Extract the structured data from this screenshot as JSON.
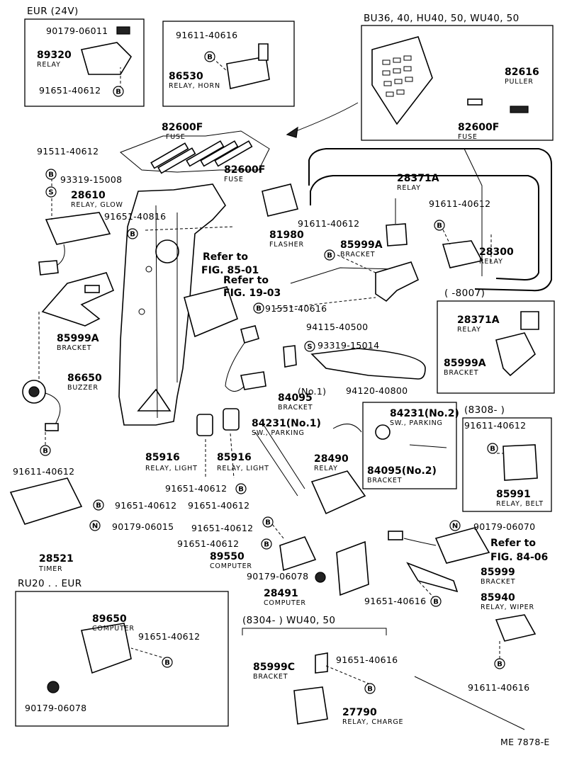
{
  "headers": {
    "eur24v": "EUR (24V)",
    "bu36": "BU36, 40, HU40, 50, WU40, 50",
    "range8007": "(     -8007)",
    "range8308": "(8308-          )",
    "ru20": "RU20 . . EUR",
    "range8304": "(8304-          ) WU40, 50"
  },
  "refs": {
    "fig85a": "Refer to",
    "fig85b": "FIG. 85-01",
    "fig19a": "Refer to",
    "fig19b": "FIG. 19-03",
    "fig84a": "Refer to",
    "fig84b": "FIG. 84-06"
  },
  "parts": [
    {
      "id": "p1",
      "num": "90179-06011"
    },
    {
      "id": "p2",
      "num": "89320",
      "name": "RELAY"
    },
    {
      "id": "p3",
      "num": "91651-40612"
    },
    {
      "id": "p4",
      "num": "91611-40616"
    },
    {
      "id": "p5",
      "num": "86530",
      "name": "RELAY, HORN"
    },
    {
      "id": "p6",
      "num": "82616",
      "name": "PULLER"
    },
    {
      "id": "p7",
      "num": "82600F",
      "name": "FUSE"
    },
    {
      "id": "p8",
      "num": "82600F",
      "name": "FUSE"
    },
    {
      "id": "p9",
      "num": "82600F",
      "name": "FUSE"
    },
    {
      "id": "p10",
      "num": "91511-40612"
    },
    {
      "id": "p11",
      "num": "93319-15008"
    },
    {
      "id": "p12",
      "num": "28610",
      "name": "RELAY, GLOW"
    },
    {
      "id": "p13",
      "num": "91651-40816"
    },
    {
      "id": "p14",
      "num": "28371A",
      "name": "RELAY"
    },
    {
      "id": "p15",
      "num": "91611-40612"
    },
    {
      "id": "p16",
      "num": "81980",
      "name": "FLASHER"
    },
    {
      "id": "p17",
      "num": "91611-40612"
    },
    {
      "id": "p18",
      "num": "85999A",
      "name": "BRACKET"
    },
    {
      "id": "p19",
      "num": "28300",
      "name": "RELAY"
    },
    {
      "id": "p20",
      "num": "91551-40616"
    },
    {
      "id": "p21",
      "num": "94115-40500"
    },
    {
      "id": "p22",
      "num": "93319-15014"
    },
    {
      "id": "p23",
      "num": "85999A",
      "name": "BRACKET"
    },
    {
      "id": "p24",
      "num": "28371A",
      "name": "RELAY"
    },
    {
      "id": "p25",
      "num": "85999A",
      "name": "BRACKET"
    },
    {
      "id": "p26",
      "num": "86650",
      "name": "BUZZER"
    },
    {
      "id": "p27",
      "num": "84095",
      "name": "BRACKET"
    },
    {
      "id": "p28",
      "num": "(No.1)"
    },
    {
      "id": "p29",
      "num": "94120-40800"
    },
    {
      "id": "p30",
      "num": "84231(No.1)",
      "name": "SW., PARKING"
    },
    {
      "id": "p31",
      "num": "84231(No.2)",
      "name": "SW., PARKING"
    },
    {
      "id": "p32",
      "num": "84095(No.2)",
      "name": "BRACKET"
    },
    {
      "id": "p33",
      "num": "91611-40612"
    },
    {
      "id": "p34",
      "num": "85991",
      "name": "RELAY, BELT"
    },
    {
      "id": "p35",
      "num": "85916",
      "name": "RELAY, LIGHT"
    },
    {
      "id": "p36",
      "num": "85916",
      "name": "RELAY, LIGHT"
    },
    {
      "id": "p37",
      "num": "91611-40612"
    },
    {
      "id": "p38",
      "num": "28490",
      "name": "RELAY"
    },
    {
      "id": "p39",
      "num": "91651-40612"
    },
    {
      "id": "p40",
      "num": "91651-40612"
    },
    {
      "id": "p41",
      "num": "91651-40612"
    },
    {
      "id": "p42",
      "num": "90179-06015"
    },
    {
      "id": "p43",
      "num": "91651-40612"
    },
    {
      "id": "p44",
      "num": "91651-40612"
    },
    {
      "id": "p45",
      "num": "89550",
      "name": "COMPUTER"
    },
    {
      "id": "p46",
      "num": "90179-06078"
    },
    {
      "id": "p47",
      "num": "28521",
      "name": "TIMER"
    },
    {
      "id": "p48",
      "num": "28491",
      "name": "COMPUTER"
    },
    {
      "id": "p49",
      "num": "90179-06070"
    },
    {
      "id": "p50",
      "num": "85999",
      "name": "BRACKET"
    },
    {
      "id": "p51",
      "num": "85940",
      "name": "RELAY, WIPER"
    },
    {
      "id": "p52",
      "num": "91651-40616"
    },
    {
      "id": "p53",
      "num": "91611-40616"
    },
    {
      "id": "p54",
      "num": "89650",
      "name": "COMPUTER"
    },
    {
      "id": "p55",
      "num": "91651-40612"
    },
    {
      "id": "p56",
      "num": "90179-06078"
    },
    {
      "id": "p57",
      "num": "85999C",
      "name": "BRACKET"
    },
    {
      "id": "p58",
      "num": "91651-40616"
    },
    {
      "id": "p59",
      "num": "27790",
      "name": "RELAY, CHARGE"
    }
  ],
  "symbols": {
    "b": "B",
    "s": "S",
    "n": "N"
  },
  "footer": "ME 7878-E"
}
